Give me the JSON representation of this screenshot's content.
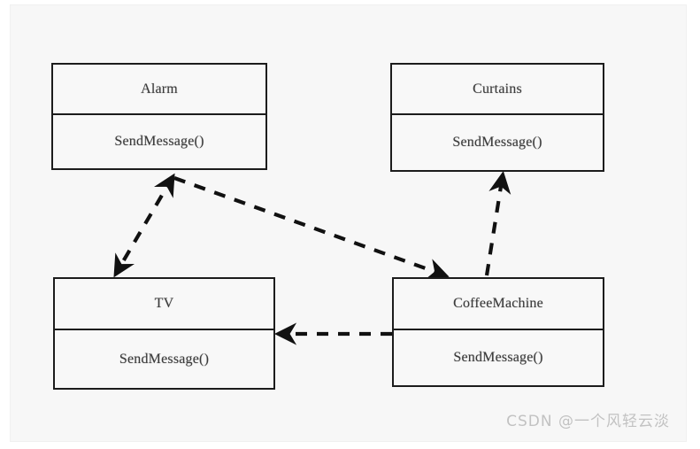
{
  "diagram": {
    "type": "uml-class-diagram",
    "background_color": "#f7f7f7",
    "stroke_color": "#1c1c1c",
    "text_color": "#3a3a3a",
    "classes": [
      {
        "id": "alarm",
        "name": "Alarm",
        "methods": [
          "SendMessage()"
        ],
        "method_line": "SendMessage()"
      },
      {
        "id": "curtains",
        "name": "Curtains",
        "methods": [
          "SendMessage()"
        ],
        "method_line": "SendMessage()"
      },
      {
        "id": "tv",
        "name": "TV",
        "methods": [
          "SendMessage()"
        ],
        "method_line": "SendMessage()"
      },
      {
        "id": "coffeemachine",
        "name": "CoffeeMachine",
        "methods": [
          "SendMessage()"
        ],
        "method_line": "SendMessage()"
      }
    ],
    "connections": [
      {
        "id": "alarm-tv",
        "from": "Alarm",
        "to": "TV",
        "style": "dashed",
        "arrow": "both"
      },
      {
        "id": "alarm-coffeemachine",
        "from": "Alarm",
        "to": "CoffeeMachine",
        "style": "dashed",
        "arrow": "end"
      },
      {
        "id": "coffeemachine-curtains",
        "from": "CoffeeMachine",
        "to": "Curtains",
        "style": "dashed",
        "arrow": "end"
      },
      {
        "id": "coffeemachine-tv",
        "from": "CoffeeMachine",
        "to": "TV",
        "style": "dashed",
        "arrow": "end"
      }
    ]
  },
  "watermark": {
    "text": "CSDN @一个风轻云淡",
    "color": "#c2c2c2"
  }
}
